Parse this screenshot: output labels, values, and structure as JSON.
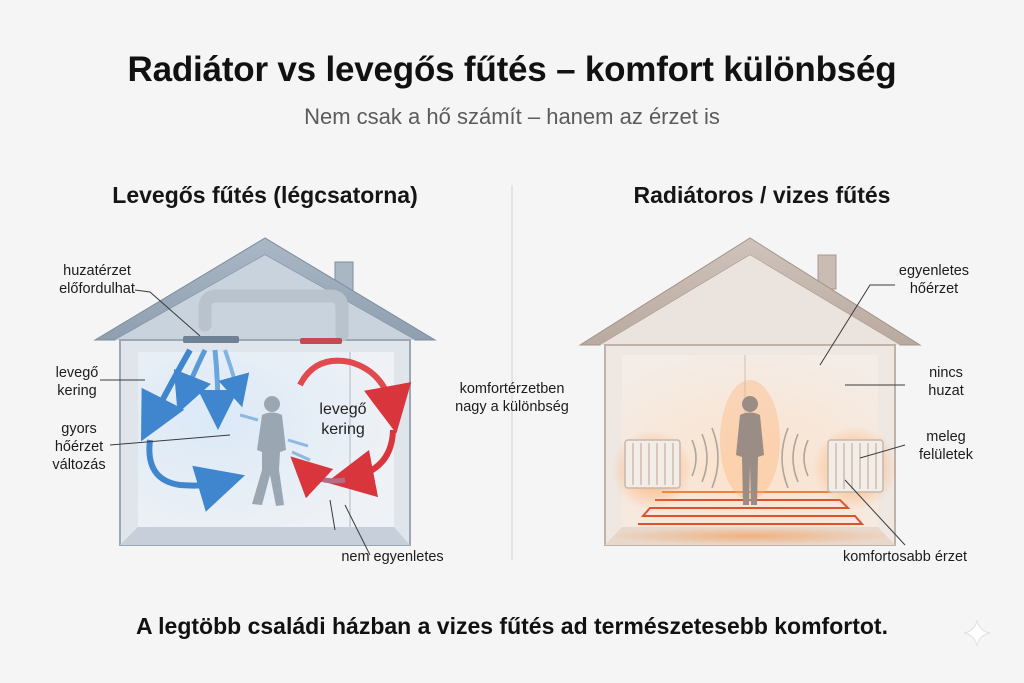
{
  "title": "Radiátor vs levegős fűtés – komfort különbség",
  "subtitle": "Nem csak a hő számít – hanem az érzet is",
  "left_panel": {
    "heading": "Levegős fűtés (légcsatorna)",
    "labels": {
      "draft": "huzatérzet előfordulhat",
      "air_circulates": "levegő kering",
      "fast_change": "gyors hőérzet változás",
      "air_circulates_room": "levegő kering",
      "uneven": "nem egyenletes"
    },
    "colors": {
      "cool": "#3f86cf",
      "warm": "#d8363c"
    }
  },
  "middle_note": "komfortérzetben nagy a különbség",
  "right_panel": {
    "heading": "Radiátoros / vizes fűtés",
    "labels": {
      "even": "egyenletes hőérzet",
      "no_draft": "nincs huzat",
      "warm_surfaces": "meleg felületek",
      "more_comfort": "komfortosabb érzet"
    },
    "colors": {
      "warm": "#f07a2e"
    }
  },
  "footer": "A legtöbb családi házban a vizes fűtés ad természetesebb komfortot."
}
